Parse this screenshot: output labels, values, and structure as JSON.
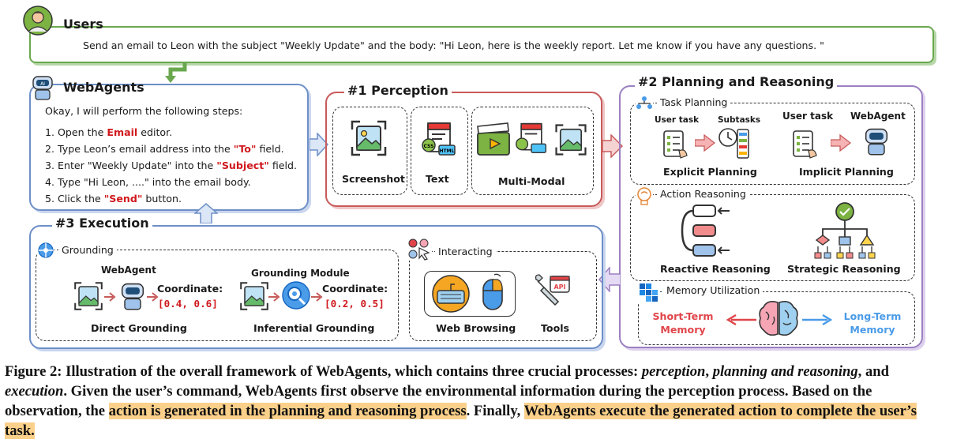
{
  "users": {
    "title": "Users",
    "command": "Send an email to Leon with the subject \"Weekly Update\" and the body: \"Hi Leon, here is the weekly report. Let me know if you have any questions. \""
  },
  "webagents": {
    "title": "WebAgents",
    "intro": "Okay, I will perform the following steps:",
    "steps": [
      {
        "pre": "1. Open the ",
        "hl": "Email",
        "post": " editor."
      },
      {
        "pre": "2. Type Leon’s email address into the ",
        "hl": "\"To\"",
        "post": " field."
      },
      {
        "pre": "3. Enter \"Weekly Update\" into the ",
        "hl": "\"Subject\"",
        "post": " field."
      },
      {
        "pre": "4. Type \"Hi Leon, ....\" into the email body.",
        "hl": "",
        "post": ""
      },
      {
        "pre": "5. Click the ",
        "hl": "\"Send\"",
        "post": " button."
      }
    ]
  },
  "perception": {
    "title": "#1 Perception",
    "items": [
      "Screenshot",
      "Text",
      "Multi-Modal"
    ]
  },
  "planning": {
    "title": "#2 Planning and Reasoning",
    "task_planning": {
      "title": "Task Planning",
      "user_task_1": "User task",
      "subtasks": "Subtasks",
      "user_task_2": "User task",
      "webagent": "WebAgent",
      "explicit": "Explicit Planning",
      "implicit": "Implicit Planning"
    },
    "action_reasoning": {
      "title": "Action Reasoning",
      "reactive": "Reactive Reasoning",
      "strategic": "Strategic Reasoning"
    },
    "memory": {
      "title": "Memory Utilization",
      "short_term": "Short-Term Memory",
      "long_term": "Long-Term Memory"
    }
  },
  "execution": {
    "title": "#3 Execution",
    "grounding": {
      "title": "Grounding",
      "webagent": "WebAgent",
      "coord_label_1": "Coordinate:",
      "coord_value_1": "[0.4, 0.6]",
      "direct": "Direct Grounding",
      "module": "Grounding Module",
      "coord_label_2": "Coordinate:",
      "coord_value_2": "[0.2, 0.5]",
      "inferential": "Inferential Grounding"
    },
    "interacting": {
      "title": "Interacting",
      "web_browsing": "Web Browsing",
      "tools": "Tools",
      "api": "API"
    }
  },
  "caption": {
    "line1_pre": "Figure 2: Illustration of the overall framework of WebAgents, which contains three crucial processes: ",
    "perception": "perception",
    "comma1": ", ",
    "planning": "planning and reasoning",
    "and": ", and ",
    "execution": "execution",
    "sent2": ". Given the user’s command, WebAgents first observe the environmental information during the perception process. Based on the observation, the ",
    "hl1": "action is generated in the planning and reasoning process",
    "sent3": ". Finally, ",
    "hl2": "WebAgents execute the generated action to complete the user’s task."
  },
  "colors": {
    "green": "#6aa84f",
    "blue": "#6d8fc7",
    "red": "#c85a5a",
    "purple": "#9b7fc0",
    "highlight": "#fbd08a",
    "accent_red": "#d0181d",
    "memory_red": "#e0454a",
    "memory_blue": "#4a9be8"
  }
}
